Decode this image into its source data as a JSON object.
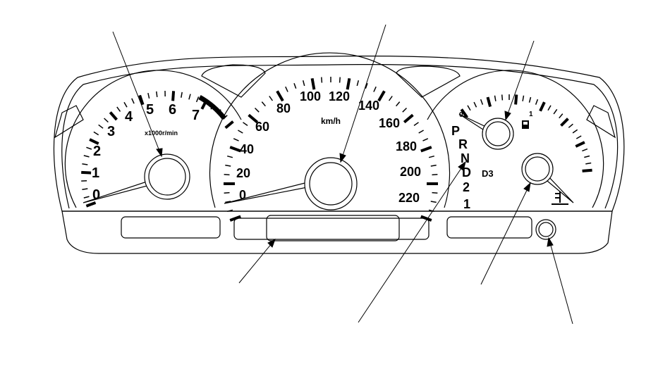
{
  "tachometer": {
    "numbers": [
      "0",
      "1",
      "2",
      "3",
      "4",
      "5",
      "6",
      "7"
    ],
    "unit": "x1000r/min"
  },
  "speedometer": {
    "numbers": [
      "0",
      "20",
      "40",
      "60",
      "80",
      "100",
      "120",
      "140",
      "160",
      "180",
      "200",
      "220"
    ],
    "unit": "km/h"
  },
  "gear_indicator": {
    "positions": [
      "P",
      "R",
      "N",
      "D",
      "2",
      "1"
    ],
    "d3_label": "D3"
  },
  "fuel_gauge": {
    "empty_mark": "0",
    "full_mark": "1"
  },
  "colors": {
    "line": "#000000",
    "panel_fill": "#ffffff"
  }
}
